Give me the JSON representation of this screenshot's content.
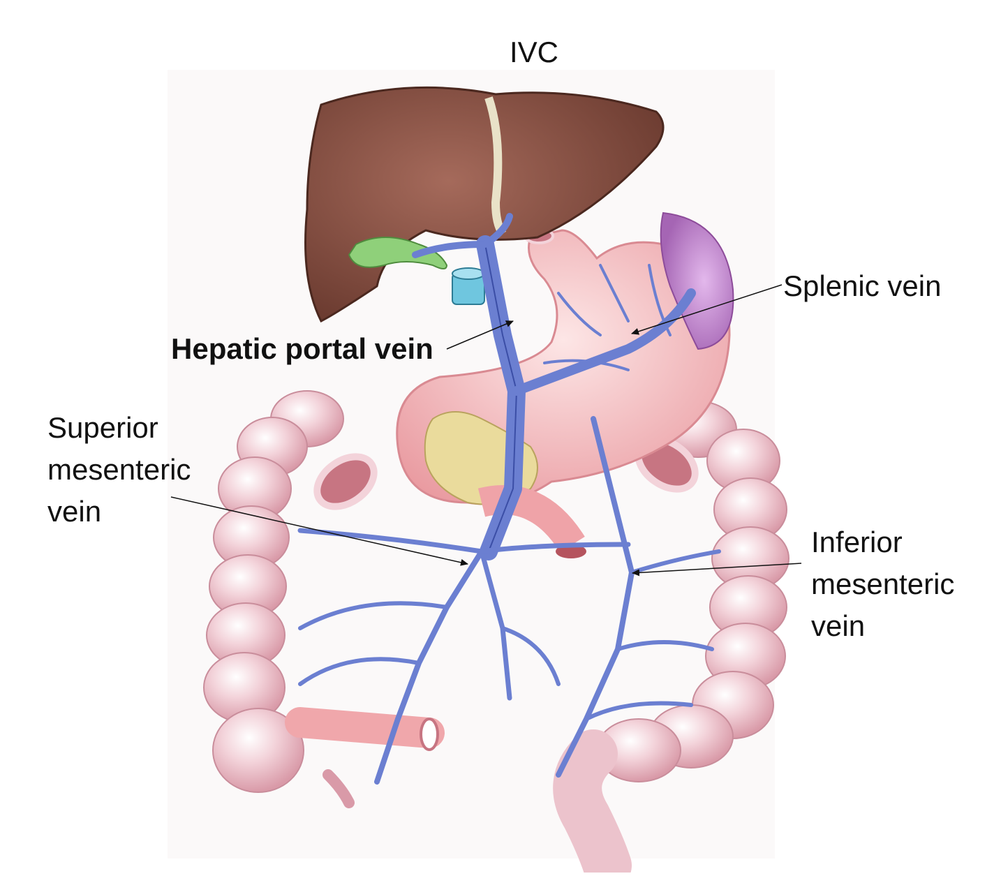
{
  "labels": {
    "ivc": "IVC",
    "hepatic_portal_vein": "Hepatic portal vein",
    "splenic_vein": "Splenic vein",
    "superior_mesenteric_vein": [
      "Superior",
      "mesenteric",
      "vein"
    ],
    "inferior_mesenteric_vein": [
      "Inferior",
      "mesenteric",
      "vein"
    ]
  },
  "colors": {
    "liver": "#8a5346",
    "liver_dark": "#5e3429",
    "gallbladder": "#8fd07a",
    "ivc_stub": "#6fc6df",
    "vein": "#6b7fd1",
    "vein_dark": "#3b4ea6",
    "stomach": "#f2b3b6",
    "colon": "#efc2cc",
    "spleen": "#c68ad3",
    "pancreas": "#eadb9c",
    "annotation_line": "#111111"
  }
}
